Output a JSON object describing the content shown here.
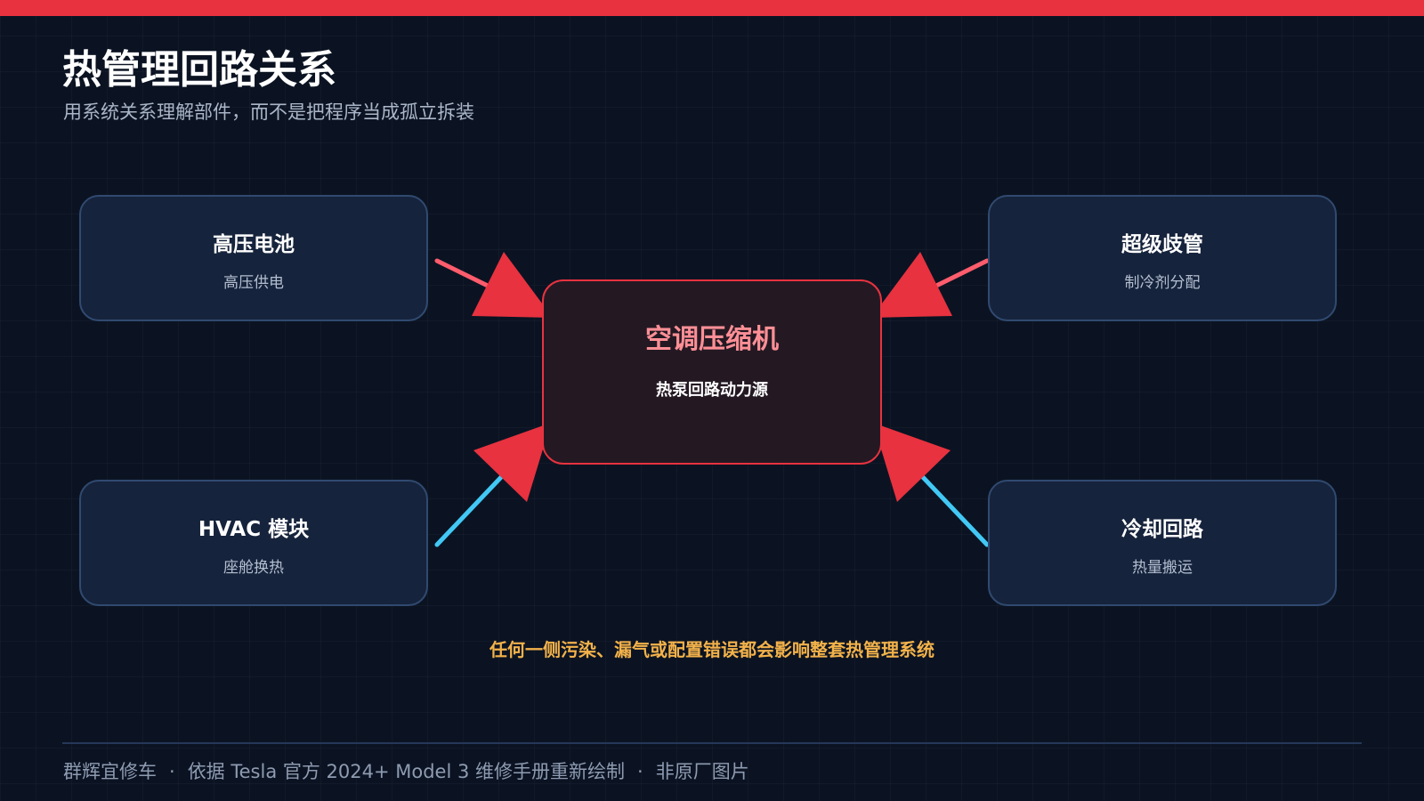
{
  "title": "热管理回路关系",
  "subtitle": "用系统关系理解部件，而不是把程序当成孤立拆装",
  "center": {
    "label": "空调压缩机",
    "desc": "热泵回路动力源"
  },
  "nodes": [
    {
      "label": "高压电池",
      "desc": "高压供电"
    },
    {
      "label": "超级歧管",
      "desc": "制冷剂分配"
    },
    {
      "label": "HVAC 模块",
      "desc": "座舱换热"
    },
    {
      "label": "冷却回路",
      "desc": "热量搬运"
    }
  ],
  "note": "任何一侧污染、漏气或配置错误都会影响整套热管理系统",
  "footer": {
    "items": [
      "群辉宜修车",
      "依据 Tesla 官方 2024+ Model 3 维修手册重新绘制",
      "非原厂图片"
    ],
    "separator": "·"
  },
  "colors": {
    "accent_red": "#e8323f",
    "line_red": "#ff5c6c",
    "line_blue": "#42c8f5",
    "center_text": "#ff8f96",
    "note_text": "#f3b24a",
    "background": "#0b1322",
    "node_fill": "#16233c",
    "node_border": "#304a70"
  }
}
